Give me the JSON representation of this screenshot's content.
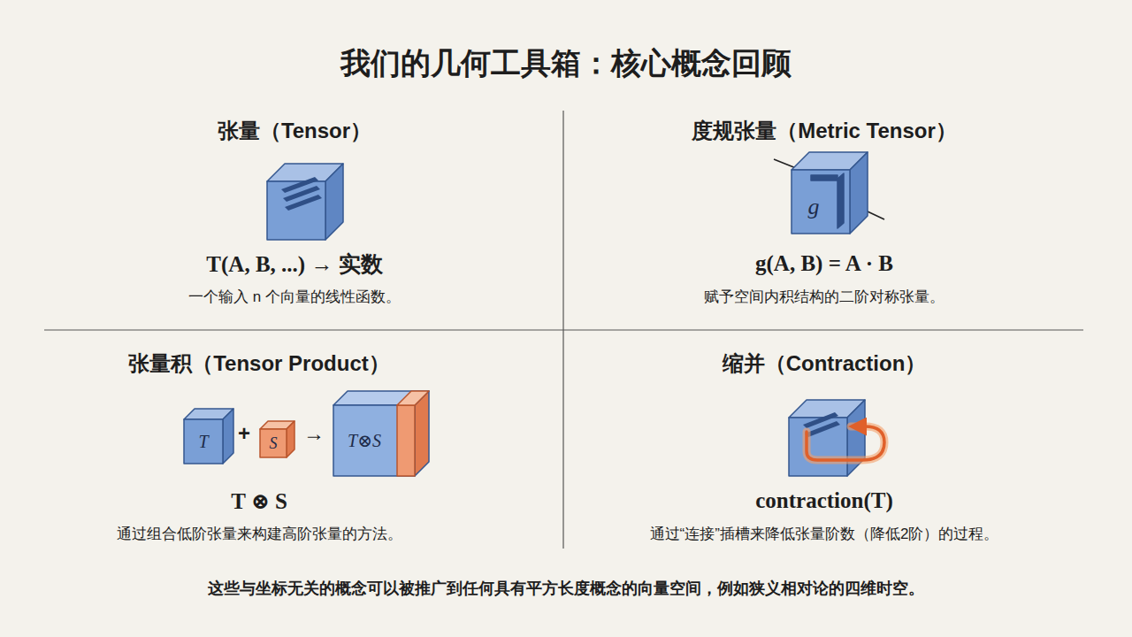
{
  "diagram": {
    "title": "我们的几何工具箱：核心概念回顾",
    "caption": "这些与坐标无关的概念可以被推广到任何具有平方长度概念的向量空间，例如狭义相对论的四维时空。",
    "nodes": [
      {
        "text": [
          "g"
        ]
      },
      {
        "text": [
          "T"
        ]
      },
      {
        "text": [
          "S"
        ]
      },
      {
        "text": [
          "T⊗S"
        ]
      }
    ],
    "labels": [
      "张量（Tensor）",
      "T(A, B, ...) → 实数",
      "一个输入 n 个向量的线性函数。",
      "度规张量（Metric Tensor）",
      "g(A, B) = A · B",
      "赋予空间内积结构的二阶对称张量。",
      "张量积（Tensor Product）",
      "+",
      "→",
      "T ⊗ S",
      "通过组合低阶张量来构建高阶张量的方法。",
      "缩并（Contraction）",
      "contraction(T)",
      "通过“连接”插槽来降低张量阶数（降低2阶）的过程。"
    ]
  }
}
